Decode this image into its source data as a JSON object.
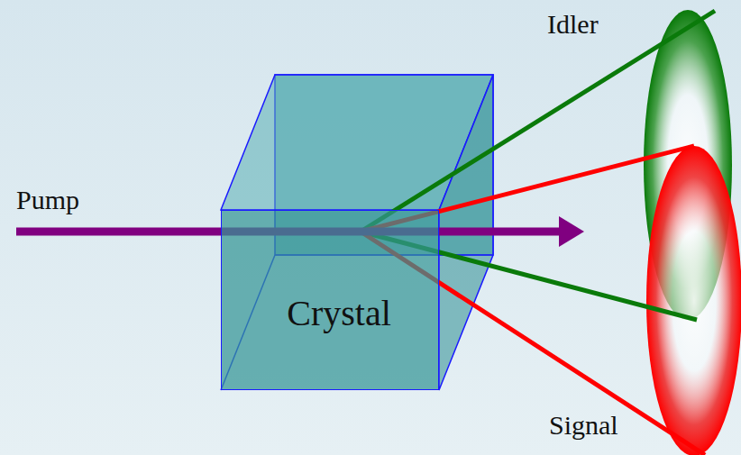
{
  "diagram": {
    "nodes": [
      {
        "text": [
          "Crystal"
        ]
      }
    ],
    "labels": [
      "Pump",
      "Idler",
      "Signal"
    ]
  }
}
